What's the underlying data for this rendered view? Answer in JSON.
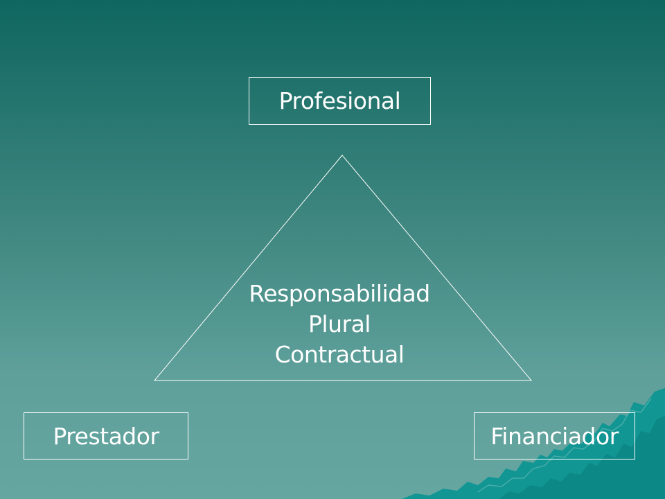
{
  "nodes": {
    "top": "Profesional",
    "left": "Prestador",
    "right": "Financiador"
  },
  "center": {
    "line1": "Responsabilidad",
    "line2": "Plural",
    "line3": "Contractual"
  },
  "colors": {
    "background_top": "#0f6660",
    "background_bottom": "#66a6a1",
    "mountain": "#0f918f",
    "line": "#ffffff"
  },
  "icons": {
    "decoration": "mountain-range-icon"
  }
}
